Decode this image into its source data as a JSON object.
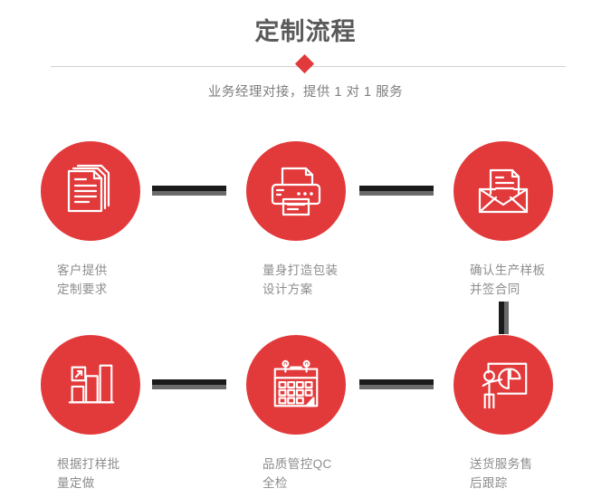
{
  "header": {
    "title": "定制流程",
    "subtitle": "业务经理对接，提供 1 对 1 服务",
    "accent_color": "#e23a3b",
    "divider_color": "#d2d2d2",
    "title_color": "#5a5a5a",
    "subtitle_color": "#7e7e7e"
  },
  "flow": {
    "label_color": "#8d8d8d",
    "connector_dark_color": "#1b1b1b",
    "connector_shadow_color": "#6b6b6b",
    "steps": [
      {
        "index": "1",
        "icon": "documents-stack-icon",
        "label": "客户提供\n定制要求"
      },
      {
        "index": "2",
        "icon": "printer-icon",
        "label": "量身打造包装\n设计方案"
      },
      {
        "index": "3",
        "icon": "envelope-document-icon",
        "label": "确认生产样板\n并签合同"
      },
      {
        "index": "4",
        "icon": "bar-chart-growth-icon",
        "label": "根据打样批\n量定做"
      },
      {
        "index": "5",
        "icon": "calendar-check-icon",
        "label": "品质管控QC\n全检"
      },
      {
        "index": "6",
        "icon": "presenter-pie-chart-icon",
        "label": "送货服务售\n后跟踪"
      }
    ]
  }
}
